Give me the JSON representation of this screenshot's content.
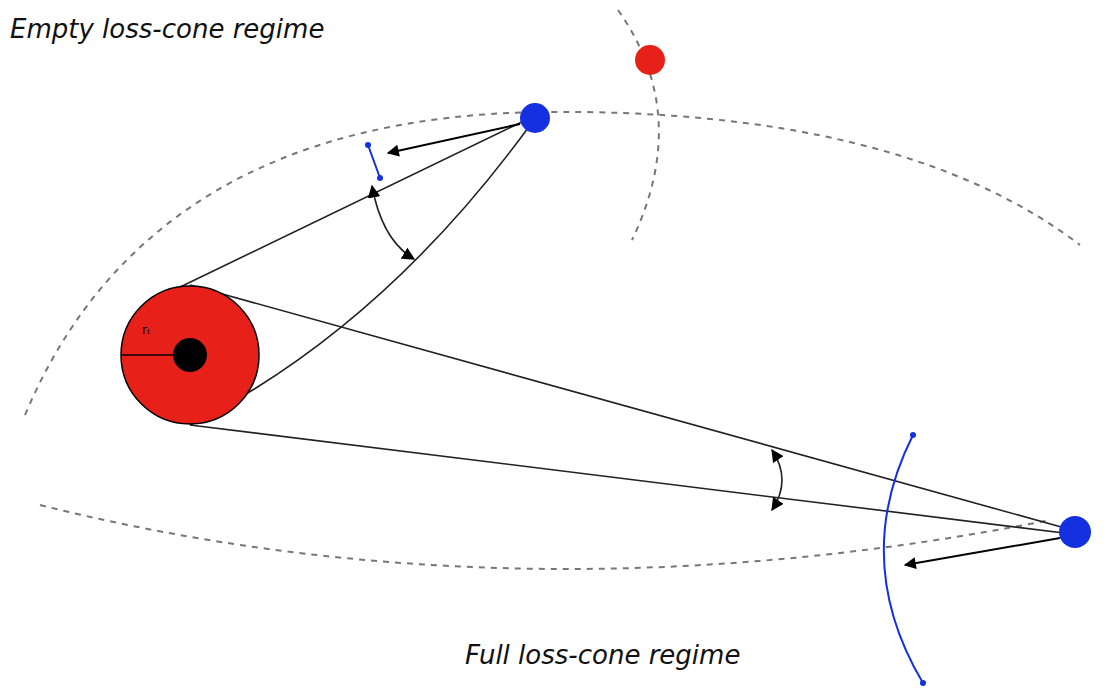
{
  "diagram": {
    "nodes": [
      {
        "text": [
          "rₜ"
        ]
      }
    ],
    "labels": [
      "Empty loss-cone regime",
      "Full loss-cone regime"
    ]
  }
}
